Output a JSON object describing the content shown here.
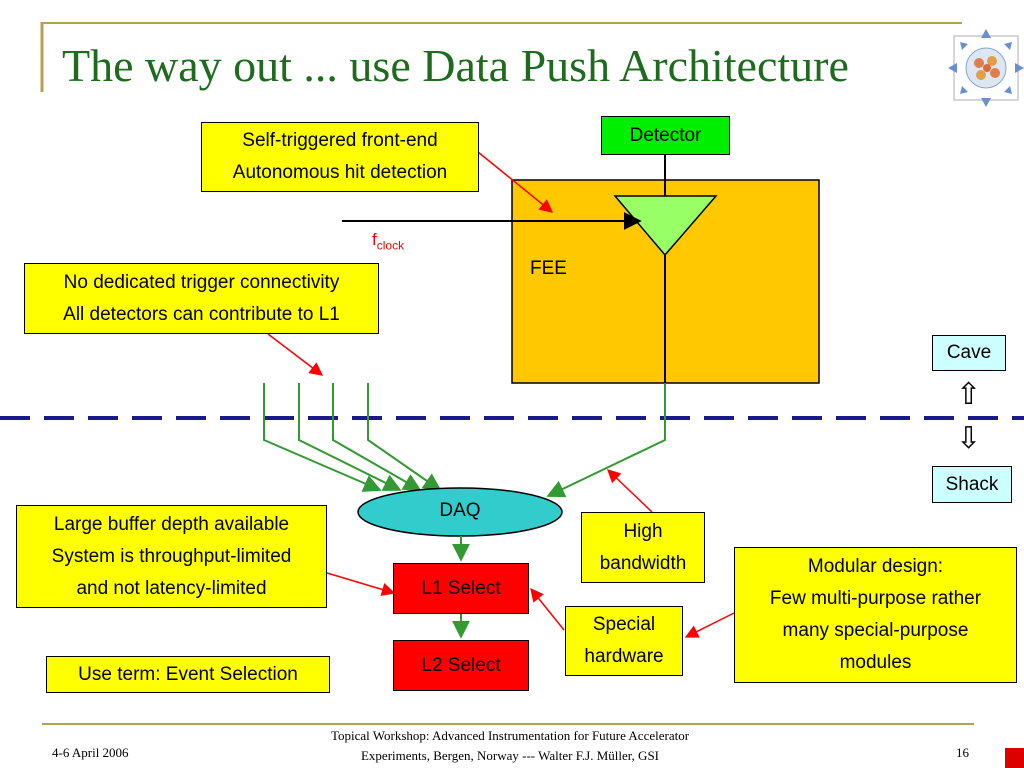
{
  "title": "The way out ... use Data Push Architecture",
  "logo": {
    "icon": "data-push-network-logo"
  },
  "detector": {
    "label": "Detector"
  },
  "fee": {
    "label": "FEE"
  },
  "fclock": {
    "main": "f",
    "sub": "clock"
  },
  "daq": {
    "label": "DAQ"
  },
  "l1": {
    "label": "L1 Select"
  },
  "l2": {
    "label": "L2 Select"
  },
  "cave": {
    "label": "Cave"
  },
  "shack": {
    "label": "Shack"
  },
  "callouts": {
    "self_triggered": [
      "Self-triggered front-end",
      "Autonomous hit detection"
    ],
    "no_trigger": [
      "No dedicated trigger connectivity",
      "All detectors can contribute to L1"
    ],
    "buffer": [
      "Large buffer depth available",
      "System is throughput-limited",
      "and not latency-limited"
    ],
    "event_selection": [
      "Use term: Event Selection"
    ],
    "high_bandwidth": [
      "High",
      "bandwidth"
    ],
    "special_hw": [
      "Special",
      "hardware"
    ],
    "modular": [
      "Modular design:",
      "Few multi-purpose rather",
      "many special-purpose",
      "modules"
    ]
  },
  "colors": {
    "title": "#1e6b1e",
    "callout": "#ffff00",
    "detector": "#00ee00",
    "fee": "#ffc800",
    "daq": "#33cccc",
    "select": "#ff0000",
    "signal_lines": "#339933",
    "pointer_arrows": "#ff0000",
    "boundary_dashes": "#1a1a8c"
  },
  "footer": {
    "date": "4-6 April 2006",
    "line1": "Topical Workshop: Advanced Instrumentation for Future Accelerator",
    "line2": "Experiments, Bergen, Norway --- Walter F.J. Müller, GSI",
    "page": "16"
  }
}
